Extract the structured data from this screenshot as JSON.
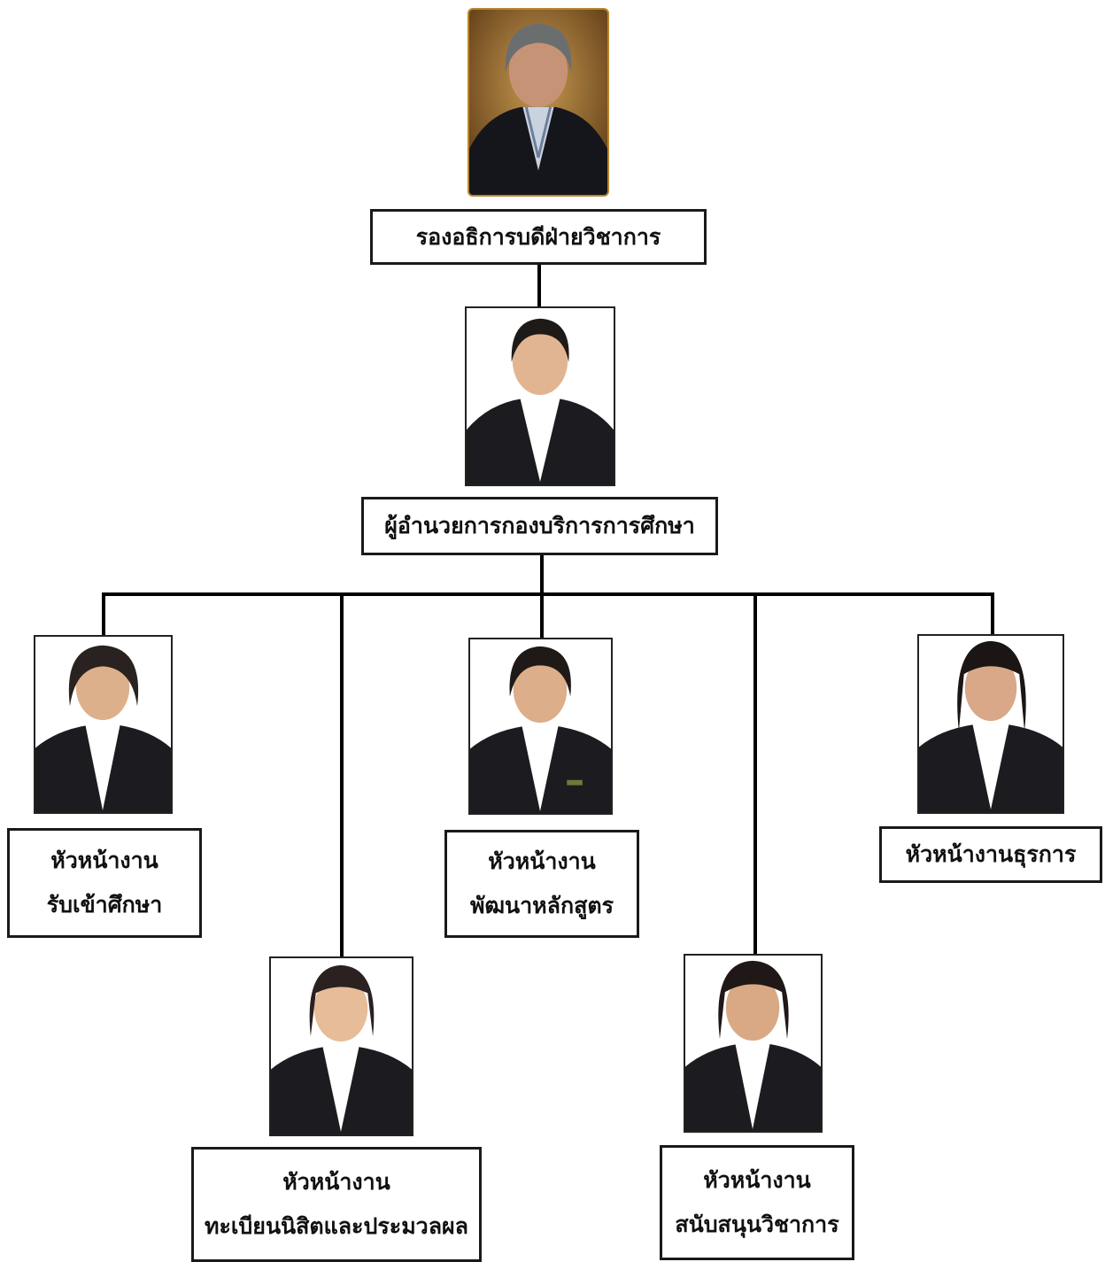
{
  "org_chart": {
    "top": {
      "title": "รองอธิการบดีฝ่ายวิชาการ",
      "photo_icon": "portrait-photo"
    },
    "director": {
      "title": "ผู้อำนวยการกองบริการการศึกษา",
      "photo_icon": "portrait-photo"
    },
    "units": [
      {
        "line1": "หัวหน้างาน",
        "line2": "รับเข้าศึกษา"
      },
      {
        "line1": "หัวหน้างาน",
        "line2": "ทะเบียนนิสิตและประมวลผล"
      },
      {
        "line1": "หัวหน้างาน",
        "line2": "พัฒนาหลักสูตร"
      },
      {
        "line1": "หัวหน้างาน",
        "line2": "สนับสนุนวิชาการ"
      },
      {
        "line1": "หัวหน้างานธุรการ"
      }
    ]
  },
  "colors": {
    "line": "#000000",
    "box_border": "#1a1a1a",
    "top_photo_frame": "#b8862e"
  }
}
